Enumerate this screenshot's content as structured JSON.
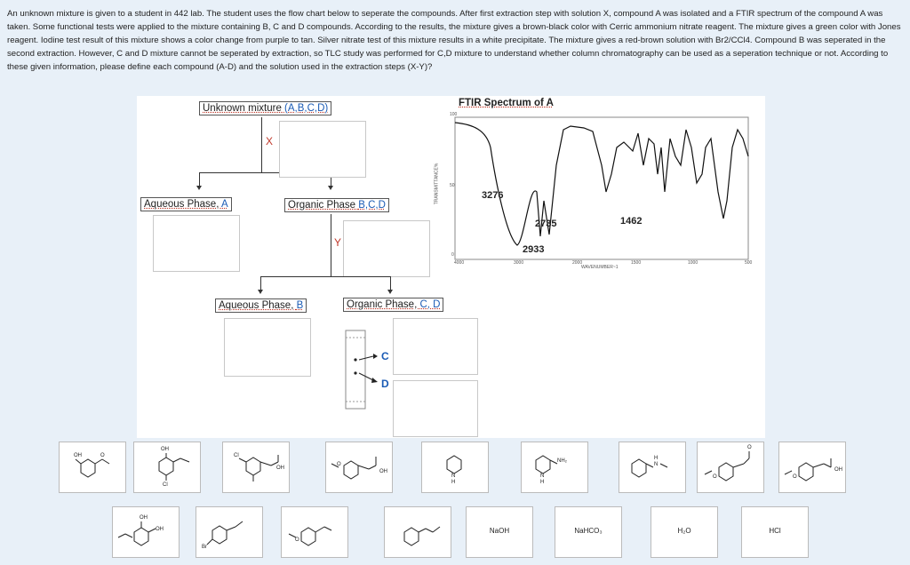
{
  "problem_text": "An unknown mixture is given to a student in 442 lab. The student uses the flow chart below to seperate the compounds. After first extraction step with solution X, compound A was isolated and a FTIR spectrum of the compound A was taken. Some functional tests were applied to the mixture containing B, C and D compounds. According to the results, the mixture gives a brown-black color with Cerric ammonium nitrate reagent. The mixture gives a green color with Jones reagent. Iodine test result of this mixture shows a color change from purple to tan. Silver nitrate test of this mixture results in a white precipitate. The mixture gives a red-brown solution with Br2/CCl4. Compound B was seperated in the second extraction. However, C and D mixture cannot be seperated by extraction, so TLC study was performed for C,D mixture to understand whether column chromatography can be used as a seperation technique or not. According to these given information, please define each compound (A-D) and the solution used in the extraction steps (X-Y)?",
  "flowchart": {
    "start_prefix": "Unknown mixture ",
    "start_letters": "(A,B,C,D)",
    "step1": "X",
    "aq1_prefix": "Aqueous Phase, ",
    "aq1_letter": "A",
    "org1_prefix": "Organic Phase ",
    "org1_letters": "B,C,D",
    "step2": "Y",
    "aq2_prefix": "Aqueous Phase, ",
    "aq2_letter": "B",
    "org2_prefix": "Organic Phase, ",
    "org2_letters": "C, D",
    "tlc_c": "C",
    "tlc_d": "D"
  },
  "ftir": {
    "title": "FTIR Spectrum of A",
    "peaks": [
      "3276",
      "2735",
      "2933",
      "1462"
    ],
    "y_top": "100",
    "y_mid": "50",
    "y_zero": "0",
    "ylabel": "TRANSMITTANCE%",
    "x_ticks": [
      "4000",
      "3000",
      "2000",
      "1500",
      "1000",
      "500"
    ],
    "xlabel": "WAVENUMBER~1"
  },
  "reagents": {
    "naoh": "NaOH",
    "nahco3": "NaHCO₃",
    "h2o": "H₂O",
    "hcl": "HCl"
  },
  "tile_tags": {
    "oh": "OH",
    "cl": "Cl",
    "br": "Br",
    "o": "O",
    "nh": "H",
    "n": "N",
    "nh2": "NH₂"
  },
  "colors": {
    "background": "#e8f0f8",
    "accent_blue": "#1a5bb5",
    "accent_red": "#c0392b"
  }
}
